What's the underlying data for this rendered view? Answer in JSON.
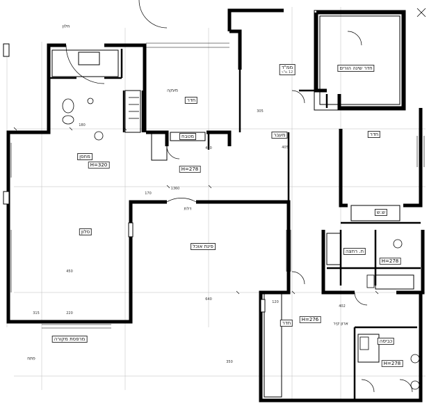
{
  "rooms": [
    {
      "id": "mamad",
      "label": "ממ\"ד",
      "area": "12 מ\"ר"
    },
    {
      "id": "master",
      "label": "חדר שינה הורים",
      "area": ""
    },
    {
      "id": "bed2",
      "label": "חדר",
      "area": ""
    },
    {
      "id": "corridor",
      "label": "מעבר",
      "area": ""
    },
    {
      "id": "kitchen",
      "label": "מטבח",
      "area": ""
    },
    {
      "id": "living",
      "label": "סלון",
      "area": ""
    },
    {
      "id": "dining",
      "label": "פינת אוכל",
      "area": ""
    },
    {
      "id": "bath",
      "label": "ח. רחצה",
      "area": ""
    },
    {
      "id": "wc",
      "label": "ש.ש",
      "area": ""
    },
    {
      "id": "service",
      "label": "מחסן",
      "area": ""
    },
    {
      "id": "laundry",
      "label": "כביסה",
      "area": ""
    },
    {
      "id": "room_se",
      "label": "חדר",
      "area": ""
    },
    {
      "id": "room_s",
      "label": "חדר",
      "area": ""
    },
    {
      "id": "terrace",
      "label": "מרפסת מקורה",
      "area": ""
    }
  ],
  "heights": {
    "h1": "H=320",
    "h2": "H=278",
    "h3": "H=278",
    "h4": "H=278",
    "h5": "H=276"
  },
  "dims": {
    "d1": "180",
    "d2": "405",
    "d3": "170",
    "d4": "1360",
    "d5": "410",
    "d6": "305",
    "d7": "640",
    "d8": "450",
    "d9": "315",
    "d10": "220",
    "d11": "402",
    "d12": "120",
    "d13": "350"
  },
  "notes": {
    "n1": "חלון",
    "n2": "דלת",
    "n3": "מעקה",
    "n4": "ארון קיר",
    "n5": "פתח"
  }
}
